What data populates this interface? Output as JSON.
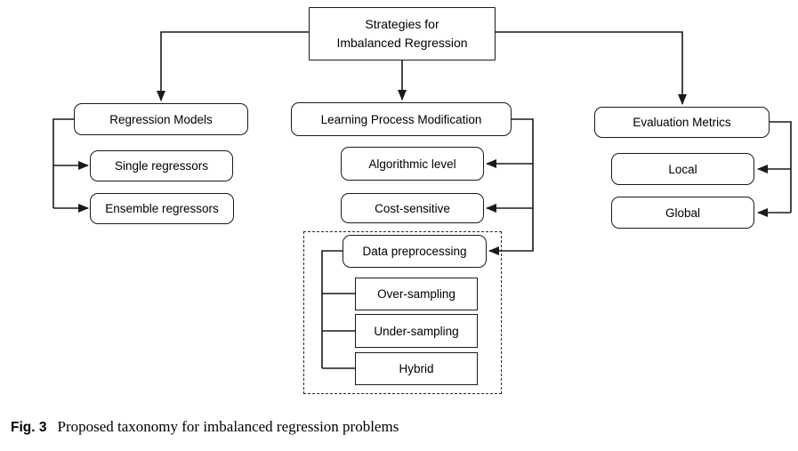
{
  "figure": {
    "caption_label": "Fig. 3",
    "caption_text": "Proposed taxonomy for imbalanced regression problems"
  },
  "colors": {
    "background": "#ffffff",
    "line": "#1a1a1a",
    "box_border": "#1a1a1a",
    "text": "#000000"
  },
  "taxonomy": {
    "root": {
      "label": [
        "Strategies for",
        "Imbalanced Regression"
      ]
    },
    "branches": [
      {
        "label": "Regression Models",
        "children": [
          "Single regressors",
          "Ensemble regressors"
        ]
      },
      {
        "label": "Learning Process Modification",
        "children": [
          "Algorithmic level",
          "Cost-sensitive",
          {
            "label": "Data preprocessing",
            "children": [
              "Over-sampling",
              "Under-sampling",
              "Hybrid"
            ]
          }
        ]
      },
      {
        "label": "Evaluation Metrics",
        "children": [
          "Local",
          "Global"
        ]
      }
    ]
  }
}
